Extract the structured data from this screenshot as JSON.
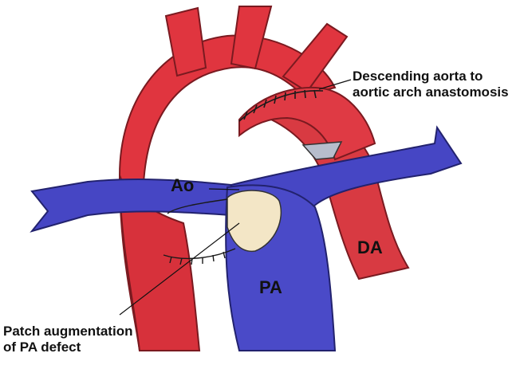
{
  "labels": {
    "ao": "Ao",
    "pa": "PA",
    "da": "DA",
    "anastomosis_line1": "Descending aorta to",
    "anastomosis_line2": "aortic arch anastomosis",
    "patch_line1": "Patch augmentation",
    "patch_line2": "of PA defect"
  },
  "colors": {
    "aorta": "#e0353f",
    "aorta_dark": "#a8202a",
    "pulmonary": "#4646c4",
    "pulmonary_dark": "#2c2c8a",
    "patch": "#f3e6c6",
    "suture": "#1a1a1a"
  }
}
